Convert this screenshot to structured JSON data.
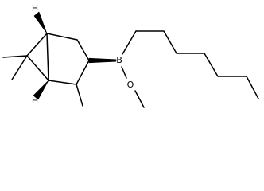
{
  "molecule": {
    "atoms": [
      {
        "id": "h_top",
        "label": "H"
      },
      {
        "id": "h_bottom",
        "label": "H"
      },
      {
        "id": "boron",
        "label": "B"
      },
      {
        "id": "oxygen",
        "label": "O"
      }
    ]
  },
  "colors": {
    "bond": "#000000",
    "background": "#ffffff"
  }
}
